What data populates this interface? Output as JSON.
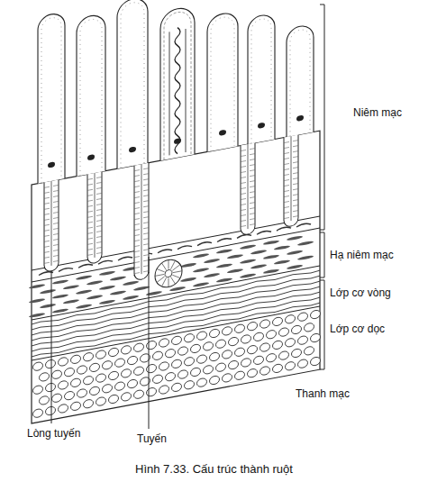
{
  "diagram": {
    "caption": "Hình 7.33. Cấu trúc thành ruột",
    "labels": [
      "Niêm mạc",
      "Hạ niêm mạc",
      "Lớp cơ vòng",
      "Lớp cơ dọc",
      "Thanh mạc",
      "Lòng tuyến",
      "Tuyến"
    ]
  }
}
